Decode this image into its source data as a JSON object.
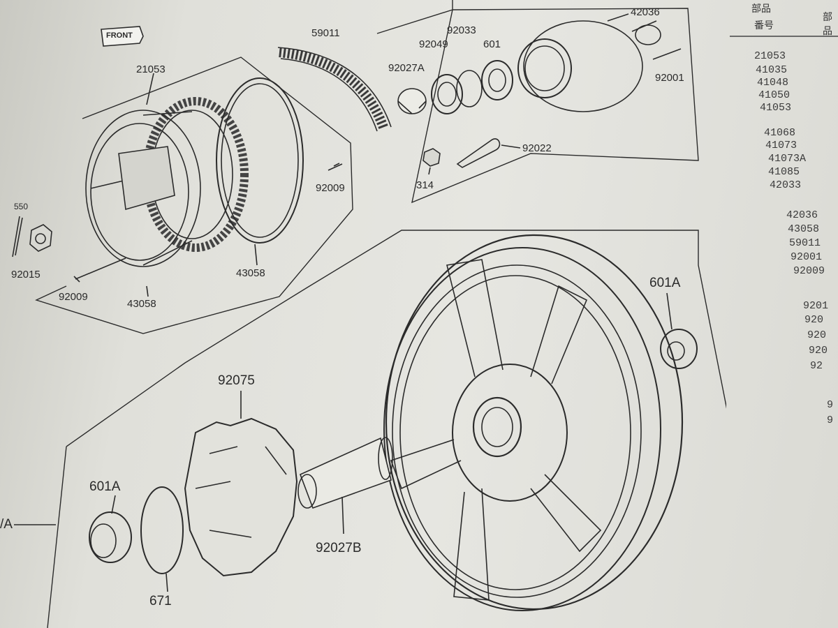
{
  "front_tag": "FRONT",
  "callouts": {
    "c59011": "59011",
    "c92033": "92033",
    "c42036": "42036",
    "c92049": "92049",
    "c601": "601",
    "c92027A": "92027A",
    "c92001": "92001",
    "c21053": "21053",
    "c92022": "92022",
    "c314": "314",
    "c92009_right": "92009",
    "c550": "550",
    "c92015": "92015",
    "c43058_right": "43058",
    "c92009_left": "92009",
    "c43058_left": "43058",
    "c601A_right": "601A",
    "c92075": "92075",
    "c601A_left": "601A",
    "c92027B": "92027B",
    "c671": "671",
    "cedge": "/A"
  },
  "parts_table": {
    "header_col1": "部品",
    "header_col1b": "番号",
    "header_col2": "部品",
    "numbers": [
      "21053",
      "41035",
      "41048",
      "41050",
      "41053",
      "41068",
      "41073",
      "41073A",
      "41085",
      "42033",
      "42036",
      "43058",
      "59011",
      "92001",
      "92009",
      "9201",
      "920",
      "920",
      "920",
      "92",
      "9",
      "9"
    ]
  }
}
